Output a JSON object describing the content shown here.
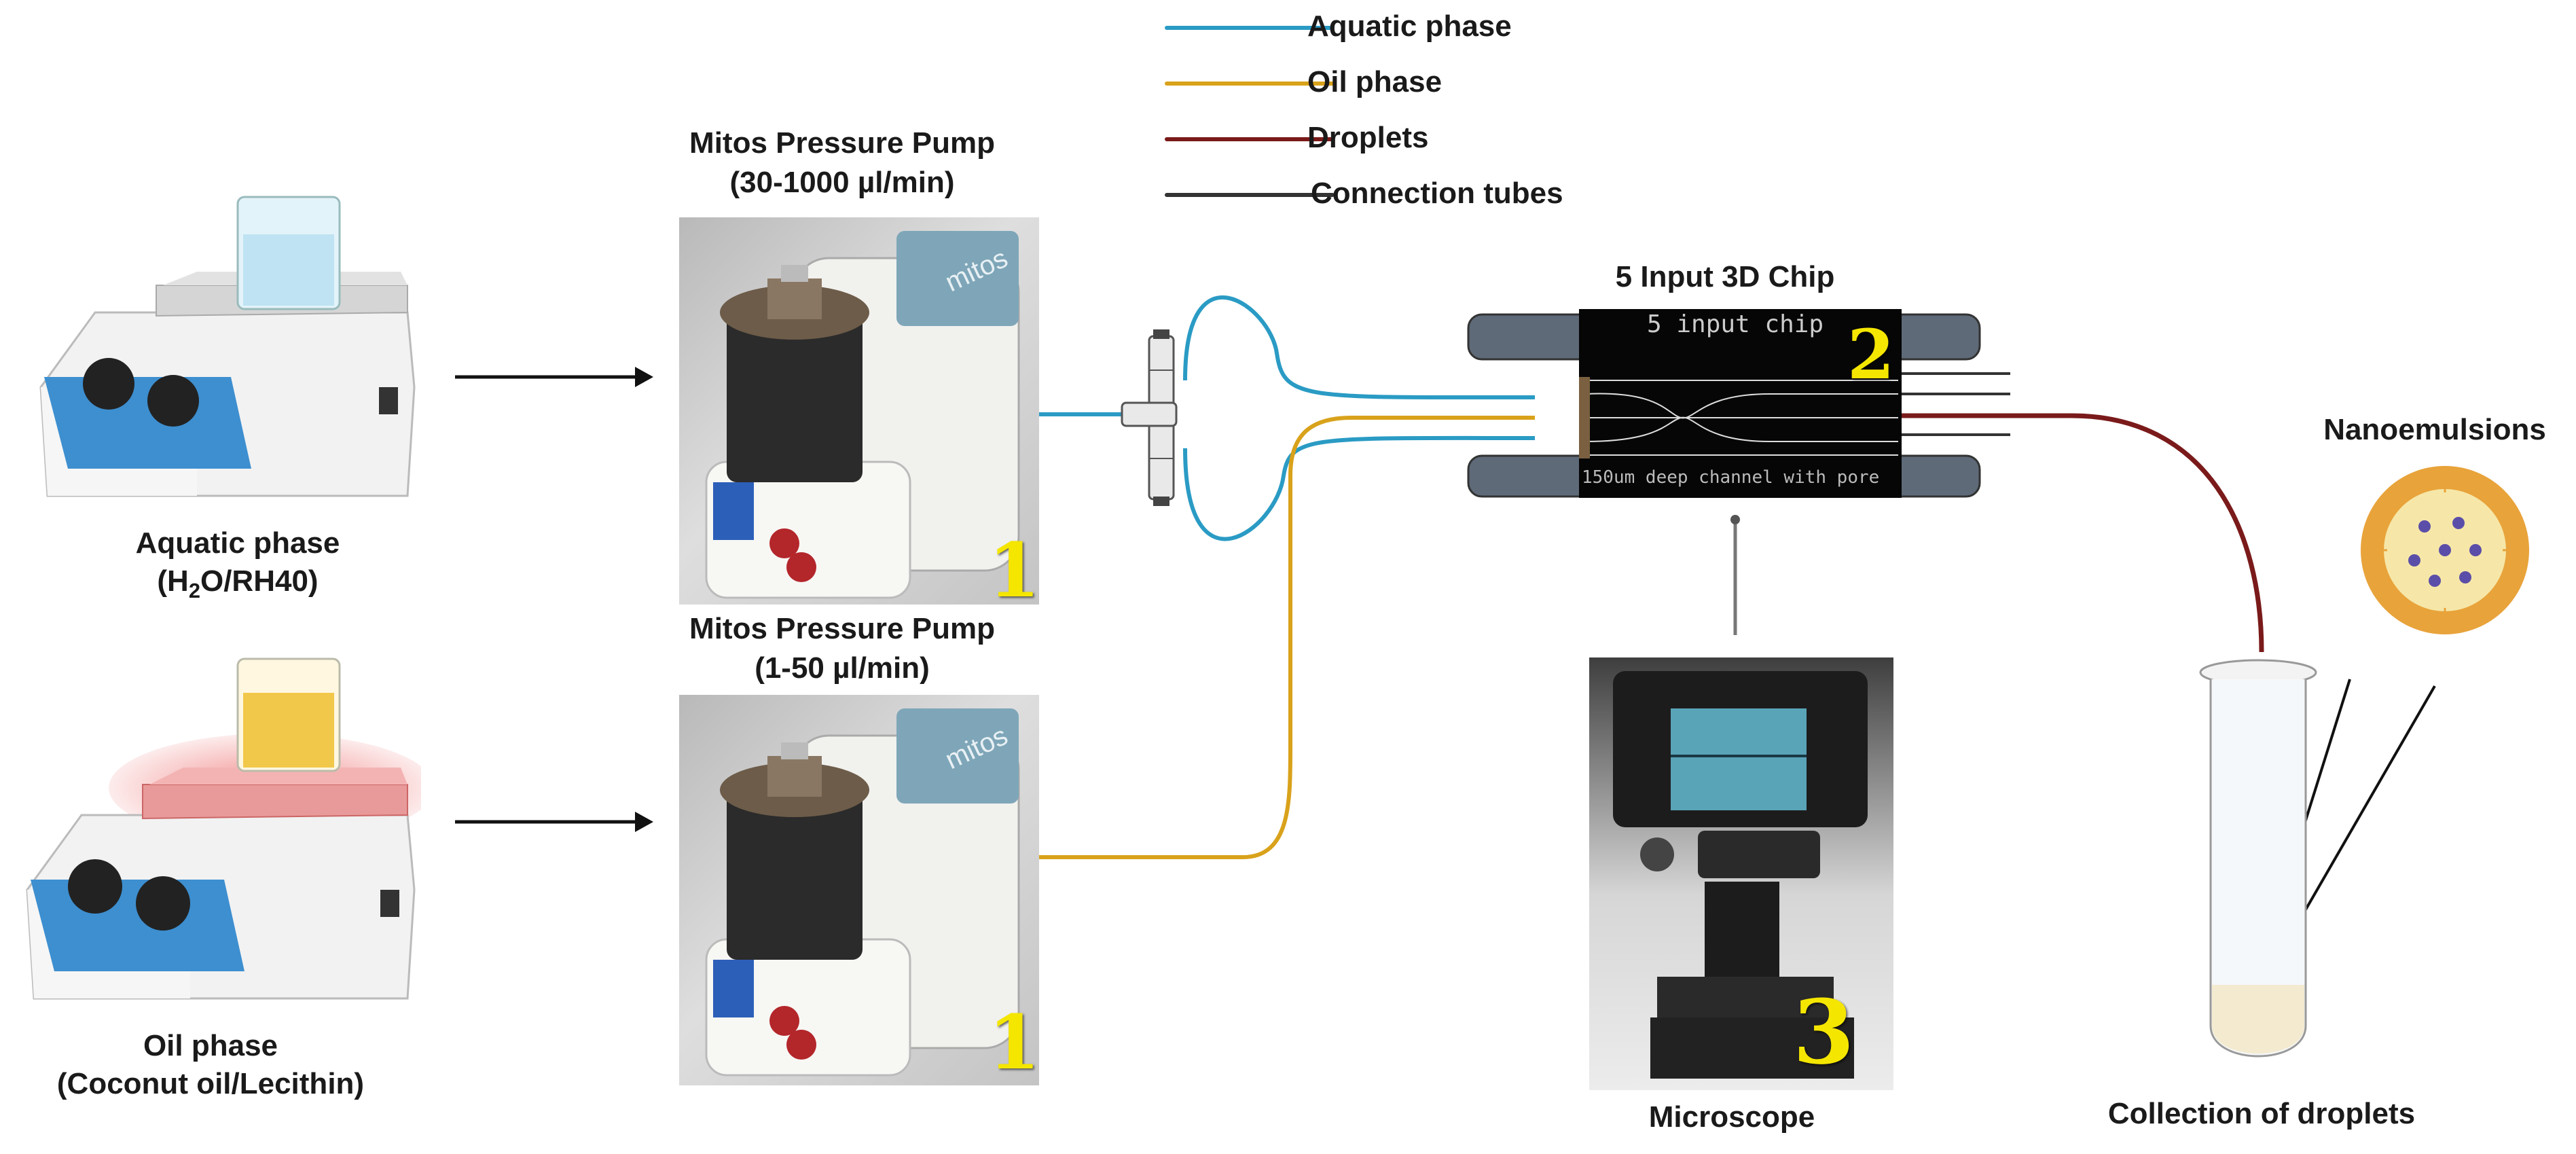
{
  "legend": {
    "items": [
      {
        "label": "Aquatic phase",
        "color": "#2a9bc4"
      },
      {
        "label": "Oil phase",
        "color": "#d9a21b"
      },
      {
        "label": "Droplets",
        "color": "#7a1a1a"
      },
      {
        "label": "Connection tubes",
        "color": "#333333"
      }
    ]
  },
  "stirrers": {
    "aquatic": {
      "label_line1": "Aquatic phase",
      "label_pre": "(H",
      "label_sub": "2",
      "label_post": "O/RH40)",
      "liquid_color": "#bfe3f2",
      "plate_color": "#dcdcdc"
    },
    "oil": {
      "label_line1": "Oil phase",
      "label_line2": "(Coconut oil/Lecithin)",
      "liquid_color": "#f2c84b",
      "plate_color": "#f0a0a0"
    }
  },
  "pumps": {
    "top": {
      "title": "Mitos Pressure Pump",
      "range": "(30-1000 µl/min)",
      "badge": "1",
      "brand": "mitos"
    },
    "bottom": {
      "title": "Mitos Pressure Pump",
      "range": "(1-50 µl/min)",
      "badge": "1",
      "brand": "mitos"
    }
  },
  "chip": {
    "title": "5 Input 3D Chip",
    "photo_text": "5 input chip",
    "caption": "150um deep channel with pore",
    "badge": "2"
  },
  "microscope": {
    "label": "Microscope",
    "badge": "3"
  },
  "collection": {
    "label": "Collection of droplets"
  },
  "nanoemulsion": {
    "label": "Nanoemulsions",
    "shell_color": "#e8a33a",
    "core_color": "#f6e7a8",
    "droplet_color": "#5b4ea8"
  },
  "colors": {
    "aquatic": "#2a9bc4",
    "oil": "#d9a21b",
    "droplets": "#7a1a1a",
    "tubes": "#333333",
    "stirrer_blue": "#3d8fd0",
    "badge_yellow": "#f5e600"
  }
}
